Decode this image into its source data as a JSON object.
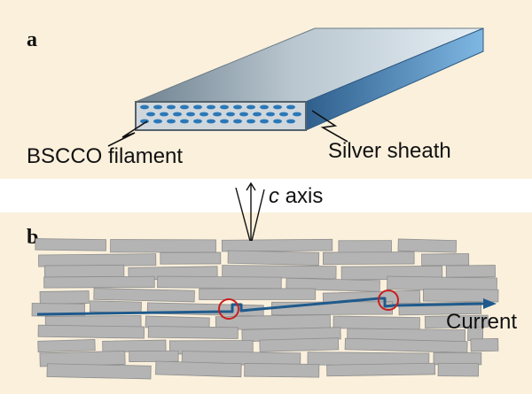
{
  "panel_a": {
    "letter": "a",
    "filament_label": "BSCCO filament",
    "sheath_label": "Silver sheath"
  },
  "panel_b": {
    "letter": "b",
    "axis_italic": "c",
    "axis_rest": " axis",
    "current_label": "Current"
  },
  "colors": {
    "panel_background": "#faf0dc",
    "separator": "#ffffff",
    "grain_fill": "#b4b4b4",
    "grain_stroke": "#8e8e8e",
    "current_path": "#1f5a8c",
    "boundary_circle": "#c81e1e",
    "filament_dots": "#2b78b8",
    "tape_face": "#d5dde3",
    "tape_front": "#bfc6cb",
    "tape_top": "#8fa0ac",
    "tape_side": "#4f86b6"
  }
}
